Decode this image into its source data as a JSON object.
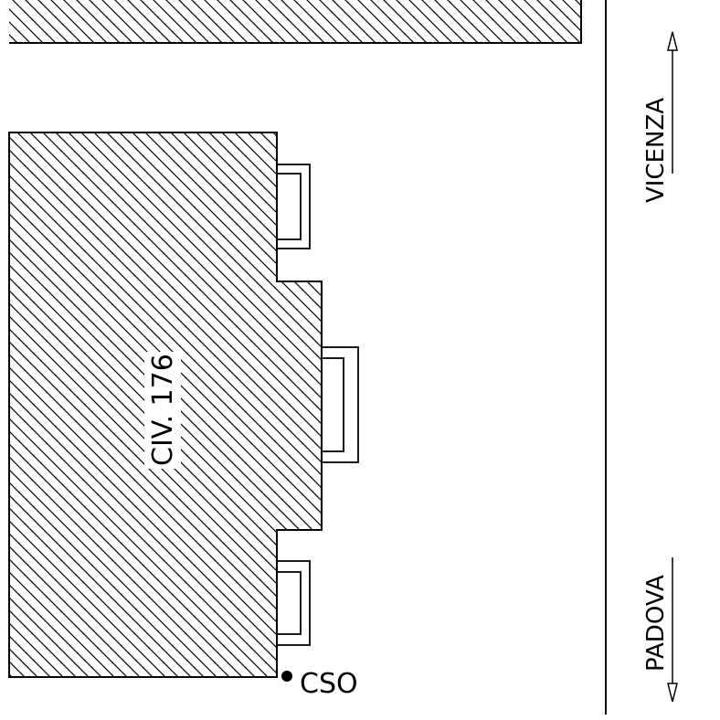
{
  "drawing": {
    "building_label": "CIV. 176",
    "marker_label": "CSO",
    "direction_north_label": "VICENZA",
    "direction_south_label": "PADOVA"
  },
  "colors": {
    "ink": "#000000",
    "background": "#ffffff"
  },
  "icons": {
    "marker": "filled-dot",
    "direction_arrows": "hollow-arrowheads"
  }
}
